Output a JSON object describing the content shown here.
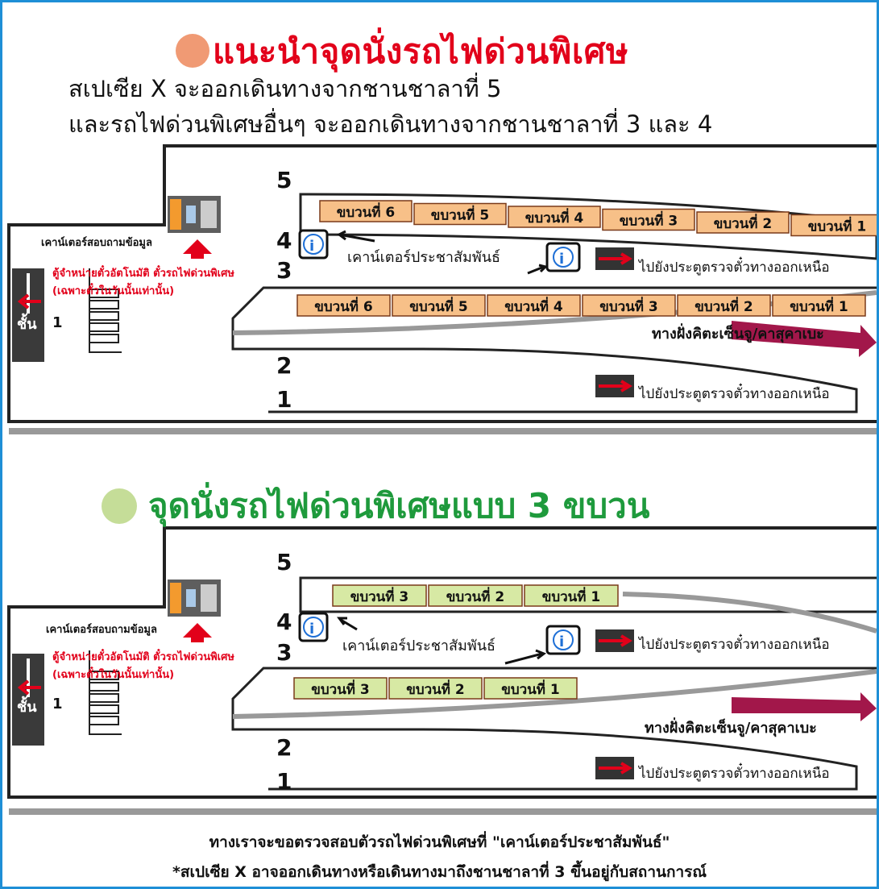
{
  "section1": {
    "title": "แนะนำจุดนั่งรถไฟด่วนพิเศษ",
    "line1": "สเปเซีย X จะออกเดินทางจากชานชาลาที่ 5",
    "line2": "และรถไฟด่วนพิเศษอื่นๆ จะออกเดินทางจากชานชาลาที่ 3 และ 4",
    "cars_upper": [
      "ขบวนที่ 6",
      "ขบวนที่ 5",
      "ขบวนที่ 4",
      "ขบวนที่ 3",
      "ขบวนที่ 2",
      "ขบวนที่ 1"
    ],
    "cars_lower": [
      "ขบวนที่ 6",
      "ขบวนที่ 5",
      "ขบวนที่ 4",
      "ขบวนที่ 3",
      "ขบวนที่ 2",
      "ขบวนที่ 1"
    ]
  },
  "section2": {
    "title": "จุดนั่งรถไฟด่วนพิเศษแบบ 3 ขบวน",
    "cars_upper": [
      "ขบวนที่ 3",
      "ขบวนที่ 2",
      "ขบวนที่ 1"
    ],
    "cars_lower": [
      "ขบวนที่ 3",
      "ขบวนที่ 2",
      "ขบวนที่ 1"
    ]
  },
  "labels": {
    "platform_5": "5",
    "platform_4": "4",
    "platform_3": "3",
    "platform_2": "2",
    "platform_1": "1",
    "info_counter": "เคาน์เตอร์สอบถามข้อมูล",
    "ticket_machine_line1": "ตู้จำหน่ายตั๋วอัตโนมัติ ตั๋วรถไฟด่วนพิเศษ",
    "ticket_machine_line2": "(เฉพาะตั๋วในวันนั้นเท่านั้น)",
    "pr_counter": "เคาน์เตอร์ประชาสัมพันธ์",
    "to_north_gate": "ไปยังประตูตรวจตั๋วทางออกเหนือ",
    "to_kitasenju": "ทางฝั่งคิตะเซ็นจู/คาสุคาเบะ",
    "floor": "ชั้น",
    "floor_num": "1"
  },
  "footer": {
    "line1": "ทางเราจะขอตรวจสอบตัวรถไฟด่วนพิเศษที่ \"เคาน์เตอร์ประชาสัมพันธ์\"",
    "line2": "*สเปเซีย X อาจออกเดินทางหรือเดินทางมาถึงชานชาลาที่ 3 ขึ้นอยู่กับสถานการณ์"
  },
  "colors": {
    "title1": "#e2001a",
    "title2": "#1e9a3c",
    "car_orange": "#f7c088",
    "car_green": "#d7e9a4",
    "direction_arrow": "#a2174a",
    "track": "#999999",
    "frame": "#1e8fd6",
    "red_arrow": "#e2001a"
  },
  "icons": [
    "info-icon",
    "gate-icon",
    "ticket-machine-icon",
    "stairs-icon",
    "direction-arrow-icon"
  ]
}
